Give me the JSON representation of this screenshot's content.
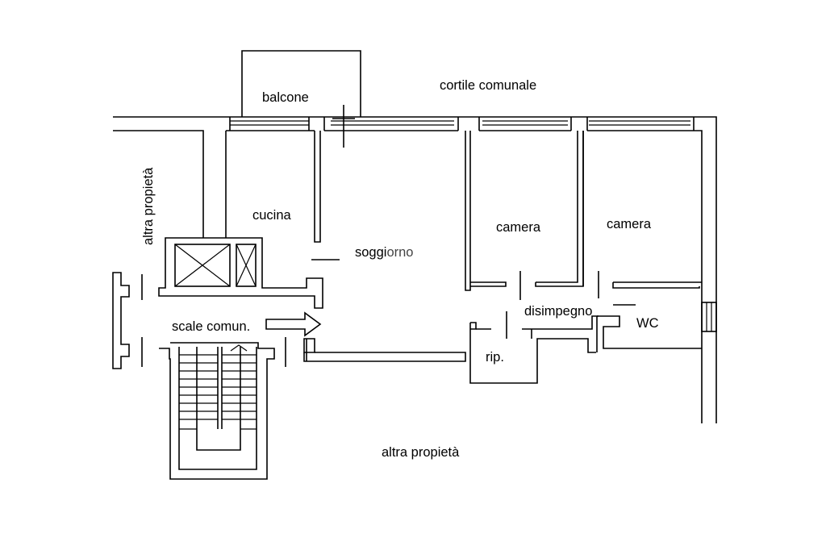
{
  "labels": {
    "balcone": "balcone",
    "cortile": "cortile comunale",
    "altra_propieta_side": "altra propietà",
    "cucina": "cucina",
    "soggiorno_a": "soggi",
    "soggiorno_b": "orno",
    "camera_1": "camera",
    "camera_2": "camera",
    "disimpegno": "disimpegno",
    "wc": "WC",
    "rip": "rip.",
    "scale": "scale comun.",
    "altra_propieta_bottom": "altra propietà"
  },
  "colors": {
    "line": "#000000",
    "background": "#ffffff"
  }
}
